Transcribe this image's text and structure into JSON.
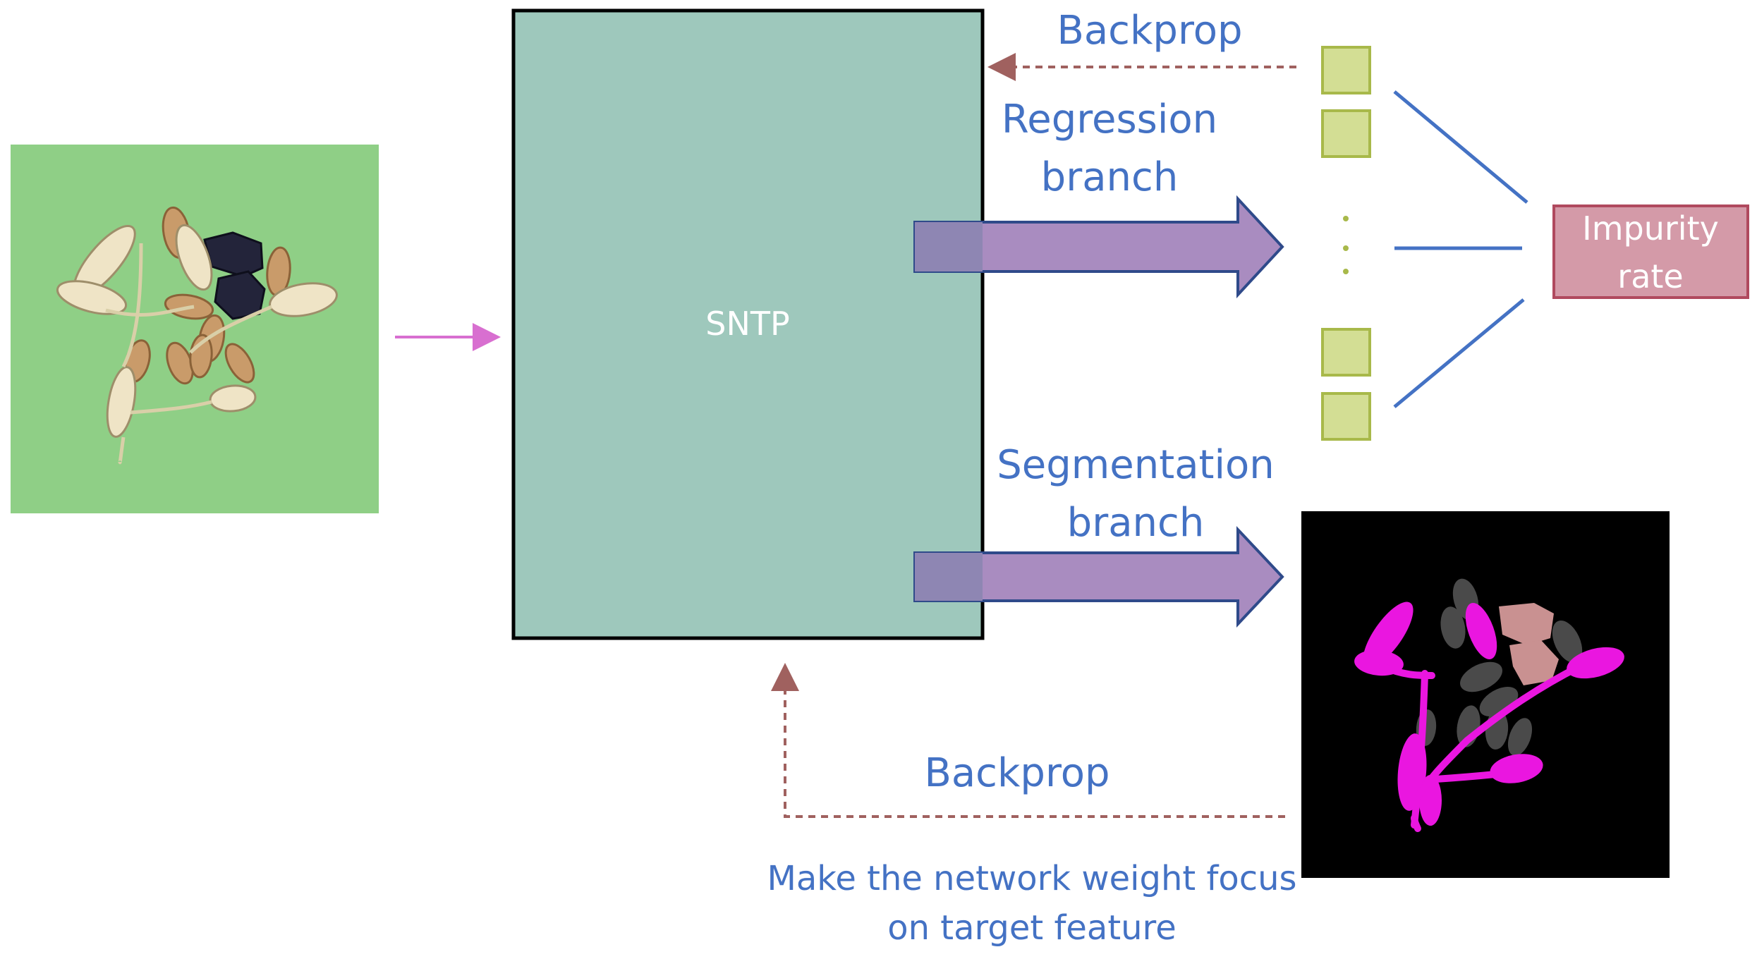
{
  "model": {
    "label": "SNTP"
  },
  "labels": {
    "backprop_top": "Backprop",
    "regression_line1": "Regression",
    "regression_line2": "branch",
    "segmentation_line1": "Segmentation",
    "segmentation_line2": "branch",
    "backprop_bottom": "Backprop",
    "note_line1": "Make the network weight focus",
    "note_line2": "on target feature"
  },
  "output": {
    "line1": "Impurity",
    "line2": "rate"
  },
  "colors": {
    "label_blue": "#4472c4",
    "model_fill": "#9ec8bc",
    "branch_arrow": "#a98cc0",
    "branch_arrow_stroke": "#2f4a8a",
    "backprop": "#a0615f",
    "input_arrow": "#d86fd0",
    "feature_box": "#d3de94",
    "output_fill": "#d49aa8"
  }
}
